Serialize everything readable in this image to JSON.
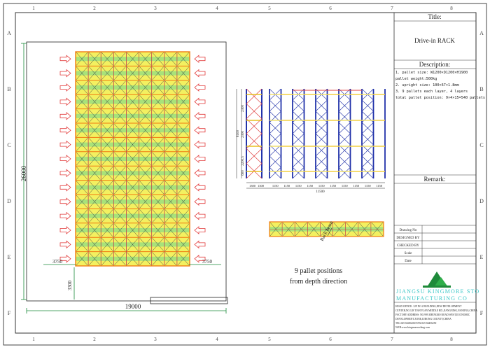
{
  "frame": {
    "col_labels": [
      "1",
      "2",
      "3",
      "4",
      "5",
      "6",
      "7",
      "8"
    ],
    "row_labels": [
      "A",
      "B",
      "C",
      "D",
      "E",
      "F"
    ]
  },
  "title_block": {
    "title_label": "Title:",
    "title_value": "Drive-in RACK",
    "description_label": "Description:",
    "description_lines": [
      "1. pallet size: W1200×D1200×H1900",
      "pallet weight:500kg",
      "2. upright size: 100×67×1.8mm",
      "3. 9 pallets each layer, 4 layers",
      "total pallet position: 9×4×15=540 pallets"
    ],
    "remark_label": "Remark:",
    "rows": [
      "Drawing No",
      "DESIGNED BY",
      "CHECKED BY",
      "Scale",
      "Date"
    ],
    "company_line1": "JIANGSU KINGMORE STO",
    "company_line2": "MANUFACTURING CO",
    "address_lines": [
      "HEAD OFFICE: 12F NO.2 BUILDING,NEW DEVELOPMENT",
      "CENTER,NO.128 TIANYUAN MIDDLE RD.,JIANGNING,NANJING,CHINA",
      "FACTORY ADDRESS: NO.999 ZHENGBO ROAD WEST,ECONOMIC",
      "DEVELOPMENT ZONE,JURONG COUNTY,CHINA",
      "TEL:025-66456260        FAX:025-66456250",
      "WEB:www.kingmoreracking.com"
    ]
  },
  "plan": {
    "rows": 15,
    "columns": 9,
    "dim_height": "26000",
    "dim_width": "19000",
    "dim_left": "3750",
    "dim_right": "3750",
    "dim_aisle": "3300"
  },
  "elevation": {
    "bays": 10,
    "levels": 4,
    "dims_vertical": [
      "2300",
      "2300",
      "2200.5",
      "600"
    ],
    "dim_total_height": "8100",
    "bay_dims": [
      "1150",
      "1150",
      "1150",
      "1150",
      "1150",
      "1150",
      "1150",
      "1150",
      "1150",
      "1150"
    ],
    "dim_total_width": "11500",
    "side_dims": [
      "1300",
      "1300"
    ]
  },
  "side_view": {
    "positions": 9,
    "label_line1": "9 pallet positions",
    "label_line2": "from depth direction",
    "beam_label": "Rack beam"
  },
  "colors": {
    "upright": "#2233aa",
    "beam": "#f07a10",
    "pallet_fill": "#f3f060",
    "pallet_stripe": "#a8e27a",
    "cross": "#404040",
    "arrow": "#e23a3a",
    "logo_green": "#1e8a3a",
    "company_text": "#36c6c6"
  }
}
